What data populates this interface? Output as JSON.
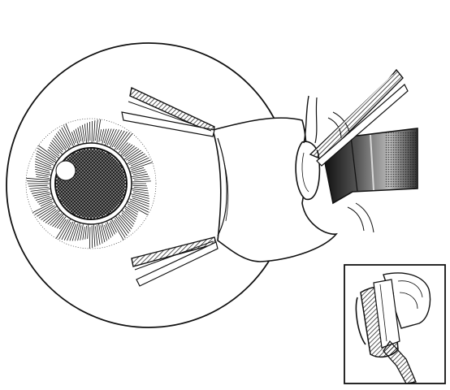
{
  "figure": {
    "description_visible_text": "",
    "colors": {
      "ink": "#111111",
      "paper": "#ffffff"
    },
    "icons": [
      "eyeball-outline",
      "iris",
      "pupil",
      "forceps-upper",
      "forceps-lower",
      "forceps-right",
      "muscle-clamp",
      "inset-detail-clamp"
    ]
  }
}
